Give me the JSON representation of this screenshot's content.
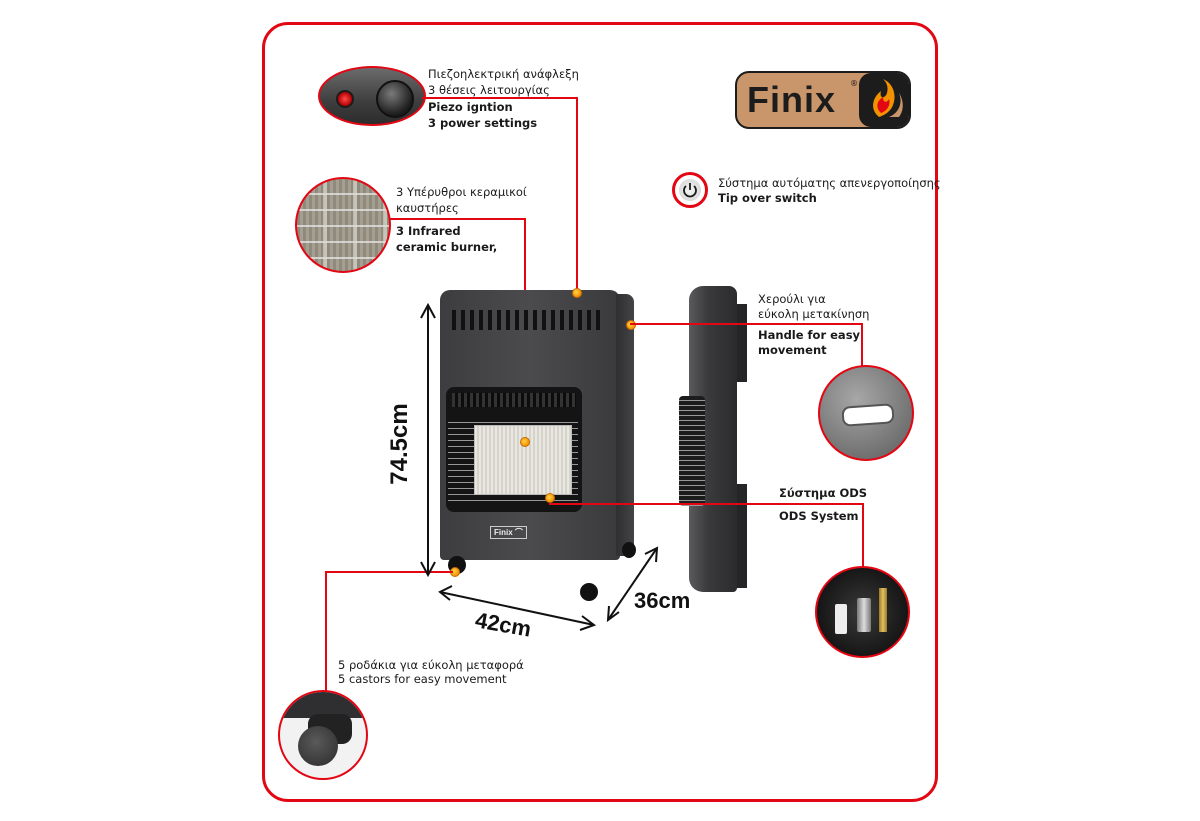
{
  "brand": {
    "name": "Finix",
    "registered_mark": "®",
    "logo_bg_color": "#c9956a",
    "logo_dark_color": "#1c1c1c"
  },
  "accent_color": "#e30613",
  "callouts": {
    "piezo": {
      "lines": [
        "Πιεζοηλεκτρική ανάφλεξη",
        "3 θέσεις λειτουργίας",
        "Piezo igntion",
        "3 power settings"
      ]
    },
    "tip_over": {
      "icon": "power-icon",
      "lines": [
        "Σύστημα αυτόματης απενεργοποίησης",
        "Tip over switch"
      ]
    },
    "burner": {
      "lines": [
        "3 Υπέρυθροι κεραμικοί",
        "καυστήρες",
        "3 Infrared",
        "ceramic burner,"
      ]
    },
    "handle": {
      "lines": [
        "Χερούλι για",
        "εύκολη μετακίνηση",
        "Handle for easy",
        "movement"
      ]
    },
    "ods": {
      "lines": [
        "Σύστημα  ODS",
        "ODS System"
      ]
    },
    "castors": {
      "lines": [
        "5 ροδάκια για εύκολη μεταφορά",
        "5  castors for easy movement"
      ]
    }
  },
  "dimensions": {
    "height": "74.5cm",
    "width": "42cm",
    "depth": "36cm"
  },
  "heater_badge": "Finix"
}
